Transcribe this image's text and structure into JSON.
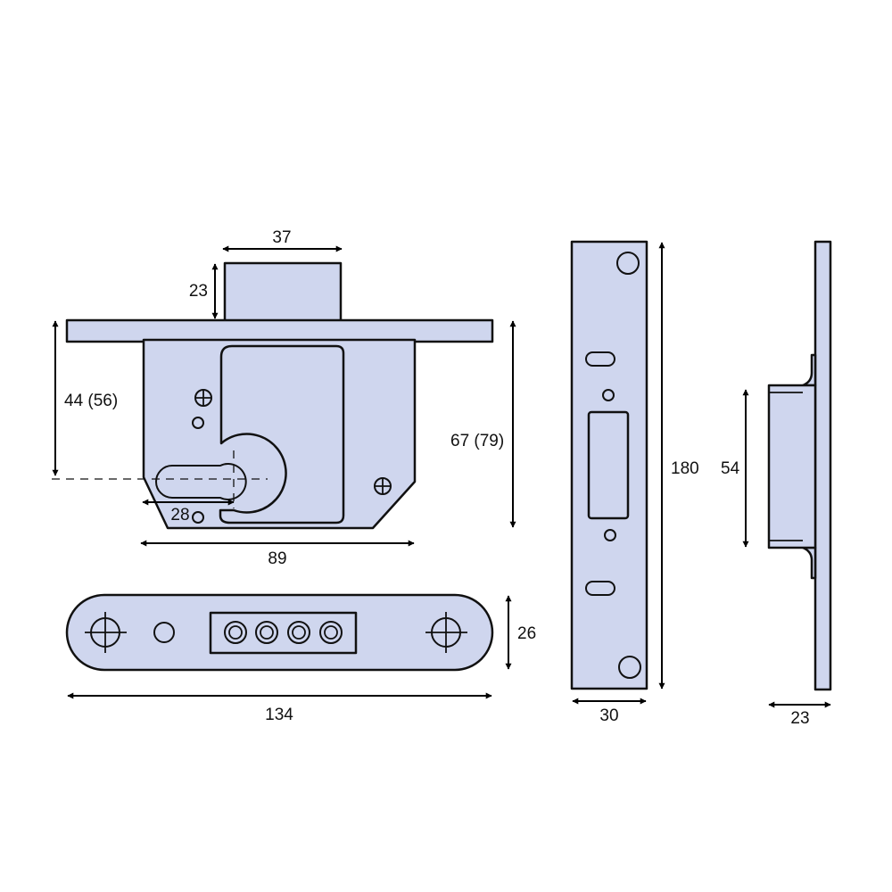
{
  "colors": {
    "part_fill": "#cfd6ee",
    "outline": "#111111"
  },
  "dimensions": {
    "bolt_width": "37",
    "bolt_projection": "23",
    "backset": "44 (56)",
    "case_depth": "67 (79)",
    "case_width": "89",
    "center_distance": "28",
    "forend_width": "26",
    "forend_length": "134",
    "keep_height": "180",
    "keep_width": "30",
    "box_height": "54",
    "box_depth": "23"
  }
}
